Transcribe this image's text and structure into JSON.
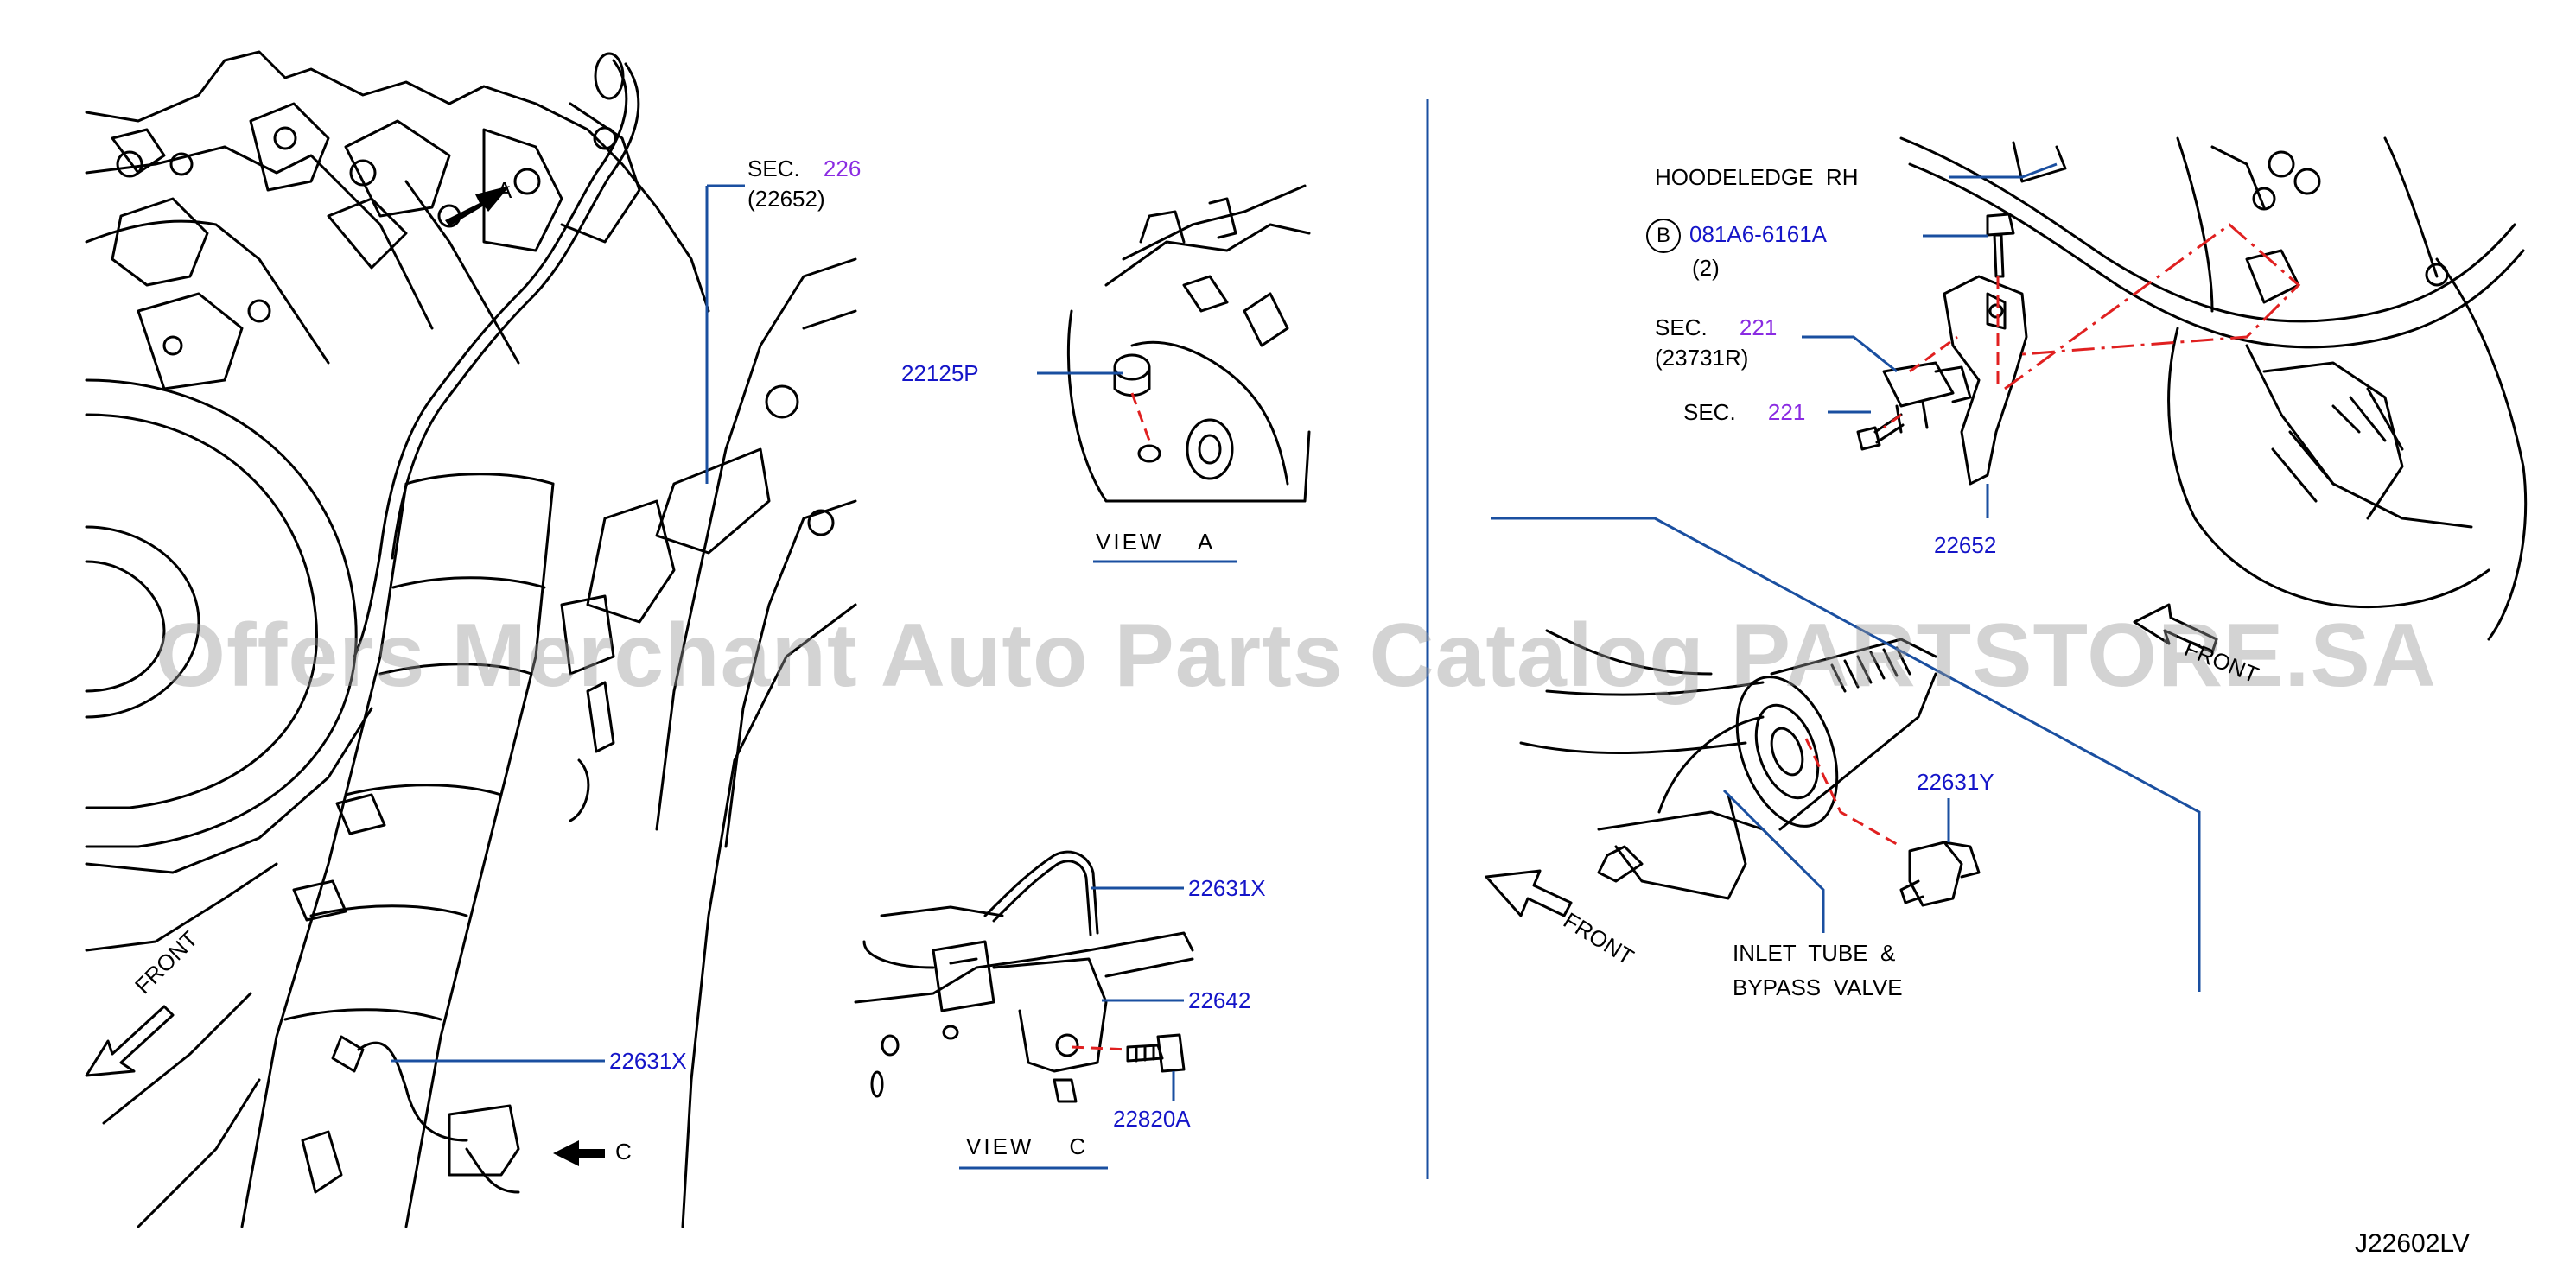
{
  "panel_left": {
    "sec_label": "SEC.",
    "sec_number": "226",
    "sec_part": "(22652)",
    "arrow_a": "A",
    "arrow_c": "C",
    "front": "FRONT",
    "part_sensor": "22631X"
  },
  "view_a": {
    "part_plug": "22125P",
    "caption": "VIEW    A"
  },
  "view_c": {
    "part_harness": "22631X",
    "part_bracket": "22642",
    "part_bolt": "22820A",
    "caption": "VIEW    C"
  },
  "panel_right_top": {
    "hood_ledge": "HOODELEDGE  RH",
    "bolt_marker": "B",
    "bolt_part": "081A6-6161A",
    "bolt_qty": "(2)",
    "sec1_label": "SEC.",
    "sec1_number": "221",
    "sec1_part": "(23731R)",
    "sec2_label": "SEC.",
    "sec2_number": "221",
    "bracket_part": "22652",
    "front": "FRONT"
  },
  "panel_right_bottom": {
    "sensor_part": "22631Y",
    "front": "FRONT",
    "inlet_line1": "INLET  TUBE  &",
    "inlet_line2": "BYPASS  VALVE"
  },
  "diagram_code": "J22602LV",
  "watermark": "Offers Merchant Auto Parts Catalog PARTSTORE.SA",
  "colors": {
    "leader": "#1a4fa0",
    "part_text": "#1515c8",
    "sec_number": "#8a2be2",
    "dash": "#e02020"
  }
}
